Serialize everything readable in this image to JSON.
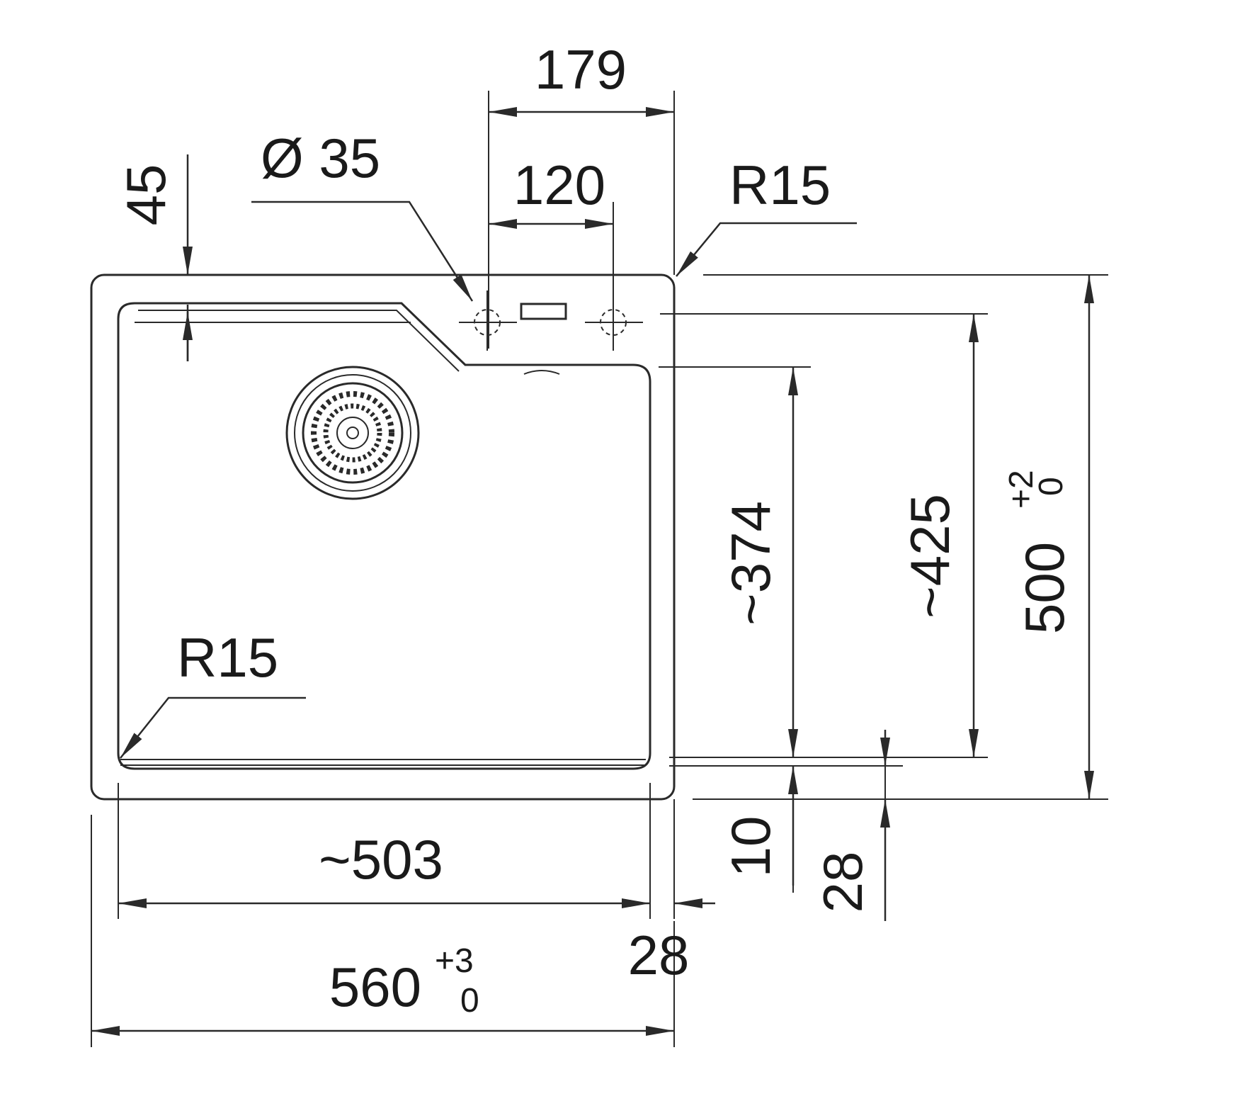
{
  "colors": {
    "line": "#2a2a2a",
    "text": "#1a1a1a",
    "background": "#ffffff"
  },
  "icons": [
    "drain-strainer-icon",
    "tap-hole-crosshair-icon",
    "overflow-slot-icon"
  ],
  "dimensions": {
    "top_width": "179",
    "tap_spacing": "120",
    "tap_hole": "Ø 35",
    "corner_radius_outer": "R15",
    "corner_radius_inner": "R15",
    "ledge_depth": "45",
    "bowl_depth": "~374",
    "bowl_inner": "~425",
    "overall_depth": "500",
    "overall_depth_tol_upper": "+2",
    "overall_depth_tol_lower": "0",
    "bowl_width": "~503",
    "overall_width": "560",
    "overall_width_tol_upper": "+3",
    "overall_width_tol_lower": "0",
    "right_rim": "28",
    "bottom_gap": "10",
    "bottom_rim": "28"
  }
}
